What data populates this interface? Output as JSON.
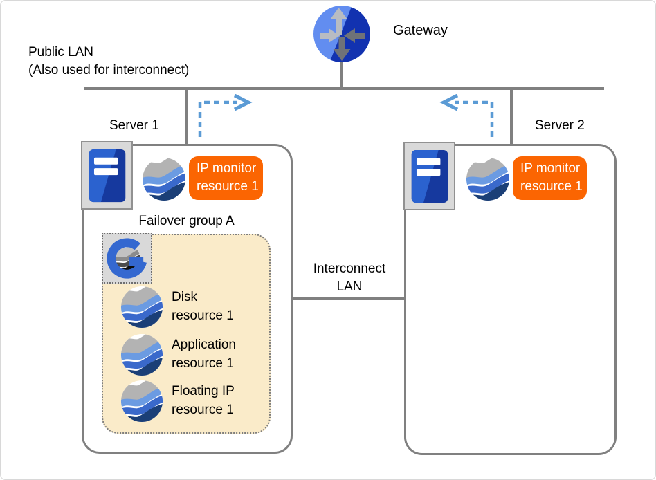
{
  "colors": {
    "line_gray": "#808080",
    "box_border": "#808080",
    "arrow_blue": "#5b9bd5",
    "badge_orange": "#fb6502",
    "group_bg": "#faebc9",
    "icon_square_bg": "#d9d9d9"
  },
  "gateway": {
    "label": "Gateway"
  },
  "public_lan": {
    "line1": "Public LAN",
    "line2": "(Also used for interconnect)"
  },
  "interconnect_lan": {
    "line1": "Interconnect",
    "line2": "LAN"
  },
  "server1": {
    "label": "Server 1",
    "ip_monitor_badge": {
      "line1": "IP monitor",
      "line2": "resource 1"
    },
    "failover_group": {
      "label": "Failover group A",
      "resources": [
        {
          "line1": "Disk",
          "line2": "resource 1"
        },
        {
          "line1": "Application",
          "line2": "resource 1"
        },
        {
          "line1": "Floating IP",
          "line2": "resource 1"
        }
      ]
    }
  },
  "server2": {
    "label": "Server 2",
    "ip_monitor_badge": {
      "line1": "IP monitor",
      "line2": "resource 1"
    }
  }
}
